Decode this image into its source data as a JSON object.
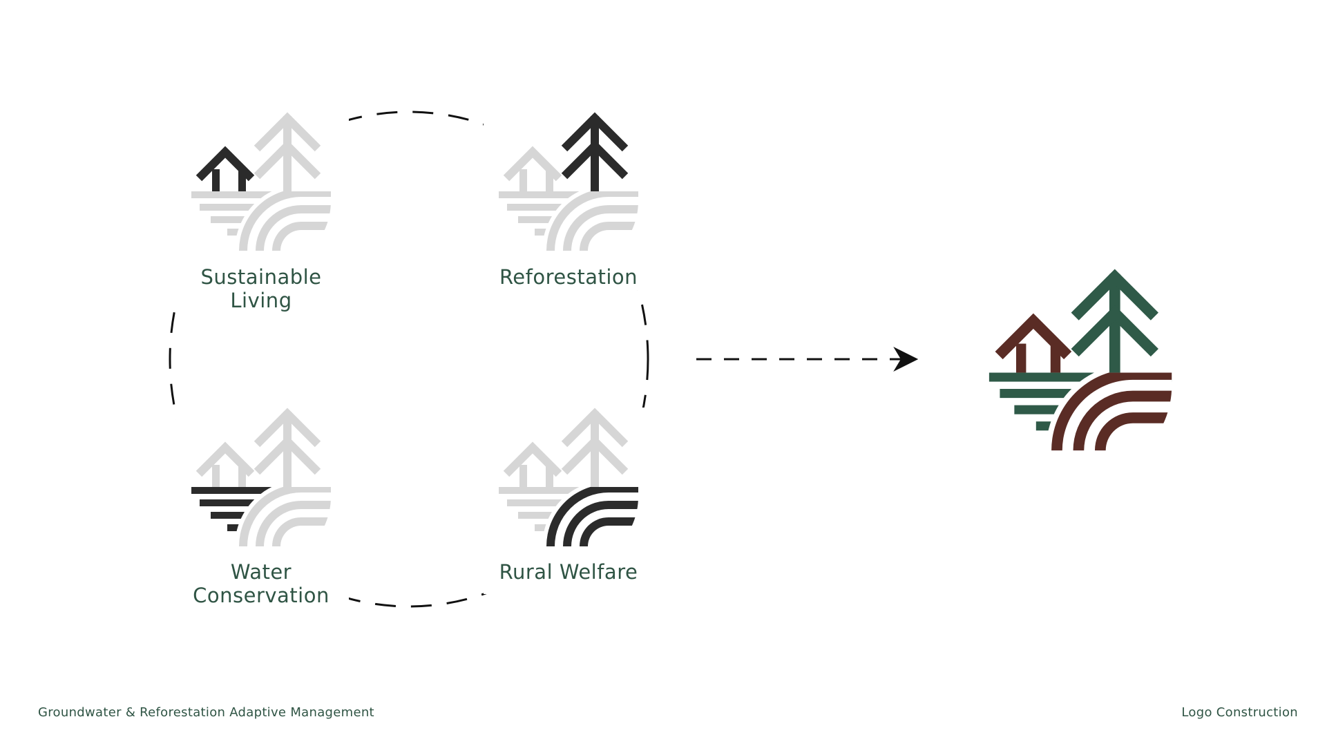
{
  "concepts": [
    {
      "id": "sustainable-living",
      "lines": [
        "Sustainable",
        "Living"
      ],
      "highlight": "house"
    },
    {
      "id": "reforestation",
      "lines": [
        "Reforestation"
      ],
      "highlight": "tree"
    },
    {
      "id": "water-conservation",
      "lines": [
        "Water",
        "Conservation"
      ],
      "highlight": "water"
    },
    {
      "id": "rural-welfare",
      "lines": [
        "Rural Welfare"
      ],
      "highlight": "land"
    }
  ],
  "footer": {
    "left": "Groundwater & Reforestation Adaptive Management",
    "right": "Logo Construction"
  },
  "colors": {
    "muted": "#d6d6d6",
    "dark": "#2b2b2b",
    "green": "#2f5a48",
    "brown": "#5a2c25",
    "label": "#2f5444"
  }
}
